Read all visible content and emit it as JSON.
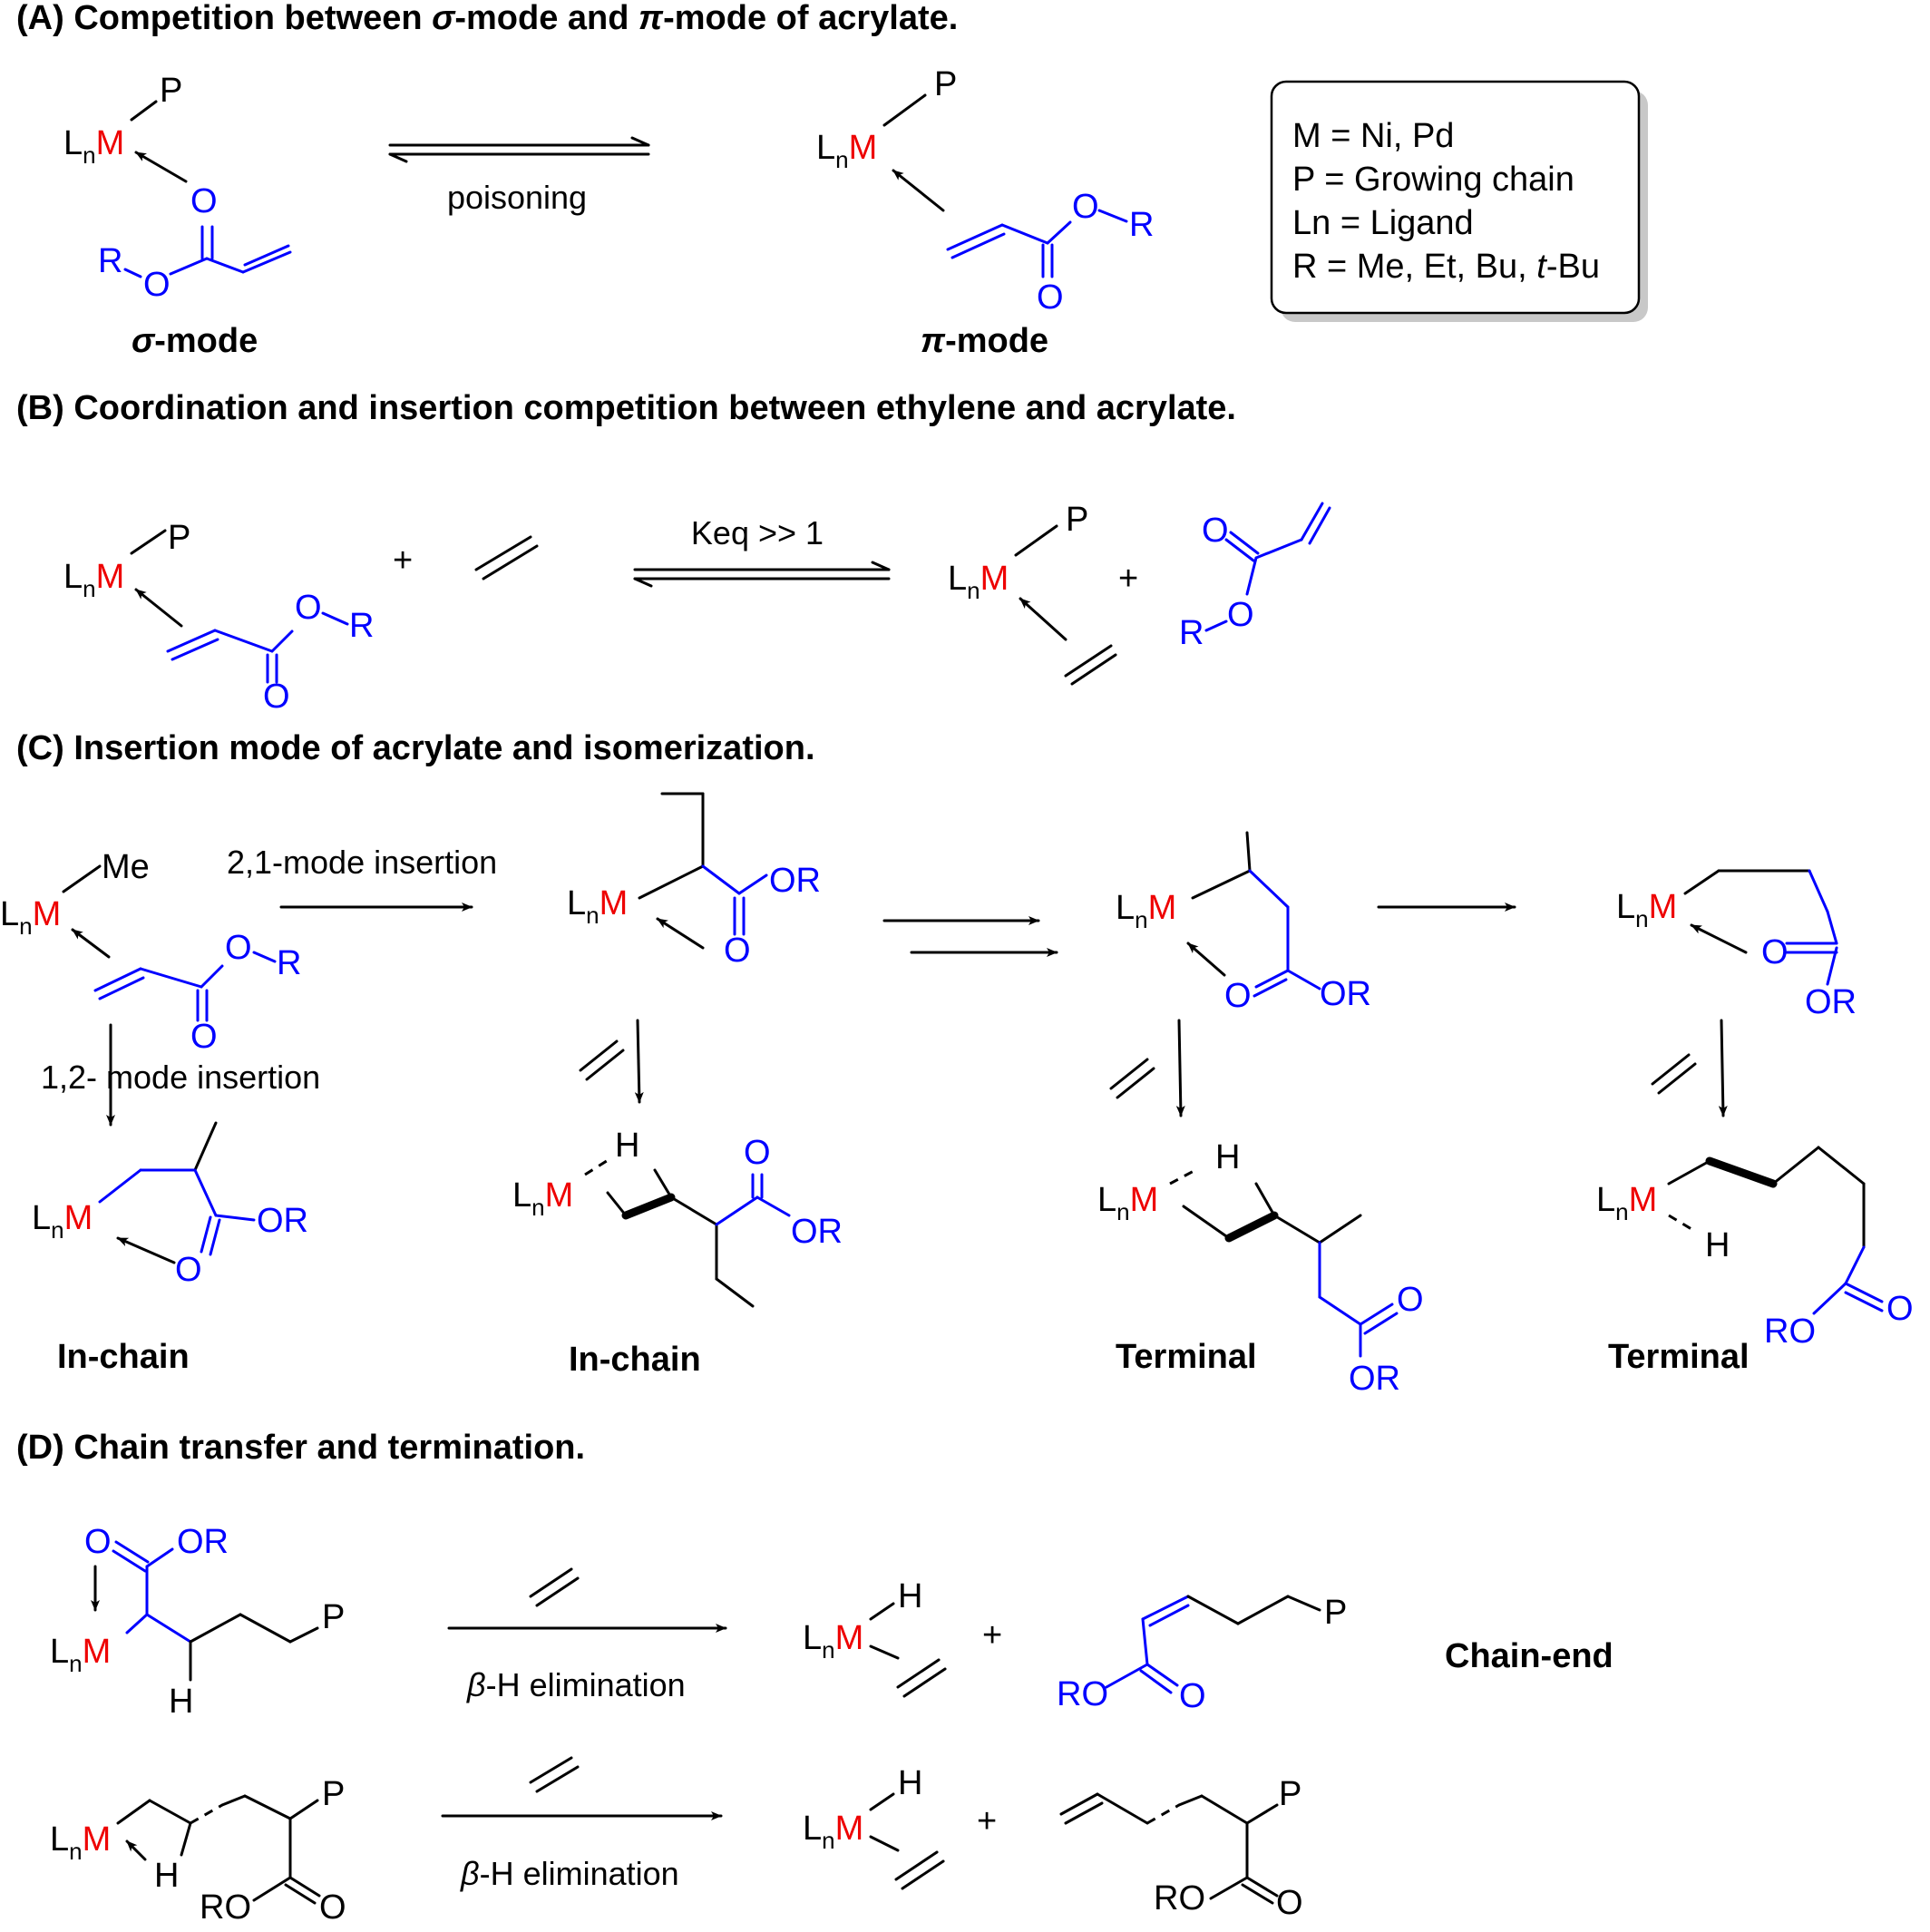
{
  "sections": {
    "a": {
      "tag": "(A)",
      "title_pre": "Competition between ",
      "sym1": "σ",
      "title_mid": "-mode and ",
      "sym2": "π",
      "title_post": "-mode of acrylate."
    },
    "b": {
      "tag": "(B)",
      "title": "Coordination and insertion competition between ethylene and acrylate."
    },
    "c": {
      "tag": "(C)",
      "title": "Insertion mode of acrylate and isomerization."
    },
    "d": {
      "tag": "(D)",
      "title": "Chain transfer and termination."
    }
  },
  "atoms": {
    "L": "L",
    "n": "n",
    "M": "M",
    "P": "P",
    "O": "O",
    "R": "R",
    "OR": "OR",
    "RO": "RO",
    "H": "H",
    "Me": "Me",
    "plus": "+"
  },
  "legend": {
    "line1": "M = Ni, Pd",
    "line2": "P = Growing chain",
    "line3": "Ln = Ligand",
    "line4_pre": "R = Me, Et, Bu, ",
    "line4_it": "t",
    "line4_post": "-Bu"
  },
  "labels": {
    "poisoning": "poisoning",
    "sigma_sym": "σ",
    "pi_sym": "π",
    "mode_suffix": "-mode",
    "keq": "Keq >> 1",
    "ins21": "2,1-mode insertion",
    "ins12": "1,2- mode insertion",
    "inchain": "In-chain",
    "terminal": "Terminal",
    "beta_sym": "β",
    "beta_text": "-H elimination",
    "chainend": "Chain-end"
  },
  "colors": {
    "metal": "#ee0000",
    "acrylate": "#0000ff",
    "ink": "#000000"
  }
}
